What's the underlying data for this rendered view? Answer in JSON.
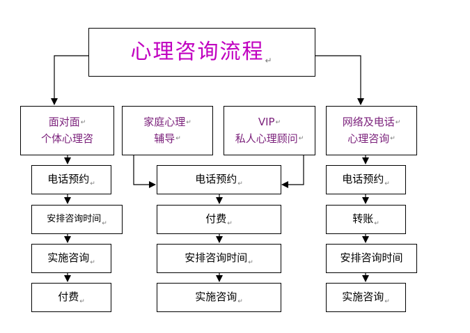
{
  "title": "心理咨询流程",
  "columns": [
    {
      "header": [
        "面对面",
        "个体心理咨"
      ],
      "steps": [
        "电话预约",
        "安排咨询时间",
        "实施咨询",
        "付费"
      ]
    },
    {
      "header": [
        "家庭心理",
        "辅导"
      ]
    },
    {
      "header": [
        "VIP",
        "私人心理顾问"
      ]
    },
    {
      "header": [
        "网络及电话",
        "心理咨询"
      ],
      "steps": [
        "电话预约",
        "转账",
        "安排咨询时间",
        "实施咨询"
      ]
    }
  ],
  "center_steps": [
    "电话预约",
    "付费",
    "安排咨询时间",
    "实施咨询"
  ],
  "colors": {
    "title": "#c000c0",
    "header_text": "#7a1f7a",
    "line": "#000000"
  }
}
